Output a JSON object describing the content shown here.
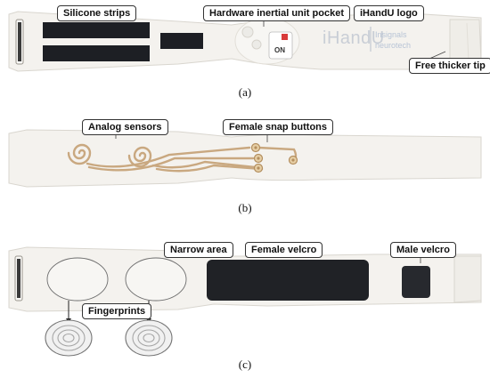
{
  "panels": [
    {
      "caption": "(a)",
      "labels": {
        "silicone": "Silicone strips",
        "pocket": "Hardware inertial unit pocket",
        "logo": "iHandU logo",
        "tip": "Free thicker tip"
      },
      "logo_main": "iHandU",
      "logo_sub_1": "Insignals",
      "logo_sub_2": "neurotech",
      "switch_text": "ON"
    },
    {
      "caption": "(b)",
      "labels": {
        "analog": "Analog sensors",
        "snap": "Female snap buttons"
      }
    },
    {
      "caption": "(c)",
      "labels": {
        "narrow": "Narrow area",
        "female_velcro": "Female velcro",
        "male_velcro": "Male velcro",
        "fingerprints": "Fingerprints"
      }
    }
  ],
  "colors": {
    "strap": "#f4f2ee",
    "strap_edge": "#d9d6cf",
    "silicone": "#1d1f24",
    "velcro": "#202226",
    "copper": "#c9a880"
  }
}
